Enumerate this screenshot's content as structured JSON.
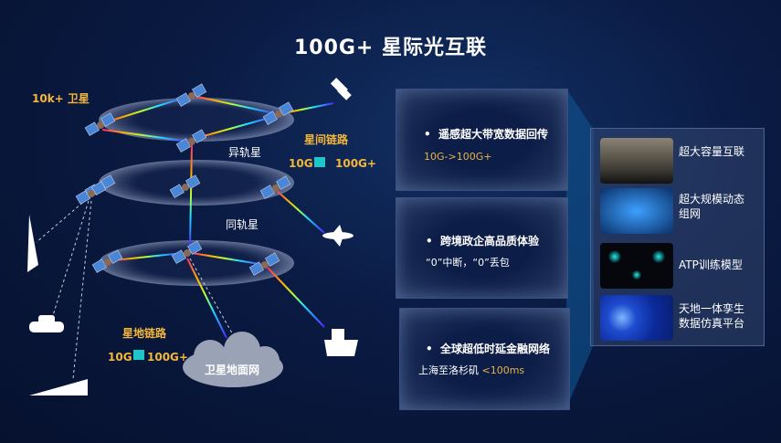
{
  "title": "100G+ 星际光互联",
  "diagram": {
    "satellites_label": "10k+ 卫星",
    "inter_orbit_label": "异轨星",
    "same_orbit_label": "同轨星",
    "isl": {
      "label": "星间链路",
      "from": "10G",
      "to": "100G+"
    },
    "sgl": {
      "label": "星地链路",
      "from": "10G",
      "to": "100G+"
    },
    "ground_network": "卫星地面网"
  },
  "cases": [
    {
      "title": "遥感超大带宽数据回传",
      "detail": "10G->100G+"
    },
    {
      "title": "跨境政企高品质体验",
      "detail": "“0”中断，“0”丢包"
    },
    {
      "title": "全球超低时延金融网络",
      "detail_prefix": "上海至洛杉矶",
      "detail": "<100ms"
    }
  ],
  "capabilities": [
    {
      "label": "超大容量互联"
    },
    {
      "label_line1": "超大规模动态",
      "label_line2": "组网"
    },
    {
      "label": "ATP训练模型"
    },
    {
      "label_line1": "天地一体孪生",
      "label_line2": "数据仿真平台"
    }
  ],
  "colors": {
    "accent": "#f3b73a",
    "background": "#0a1a42"
  }
}
